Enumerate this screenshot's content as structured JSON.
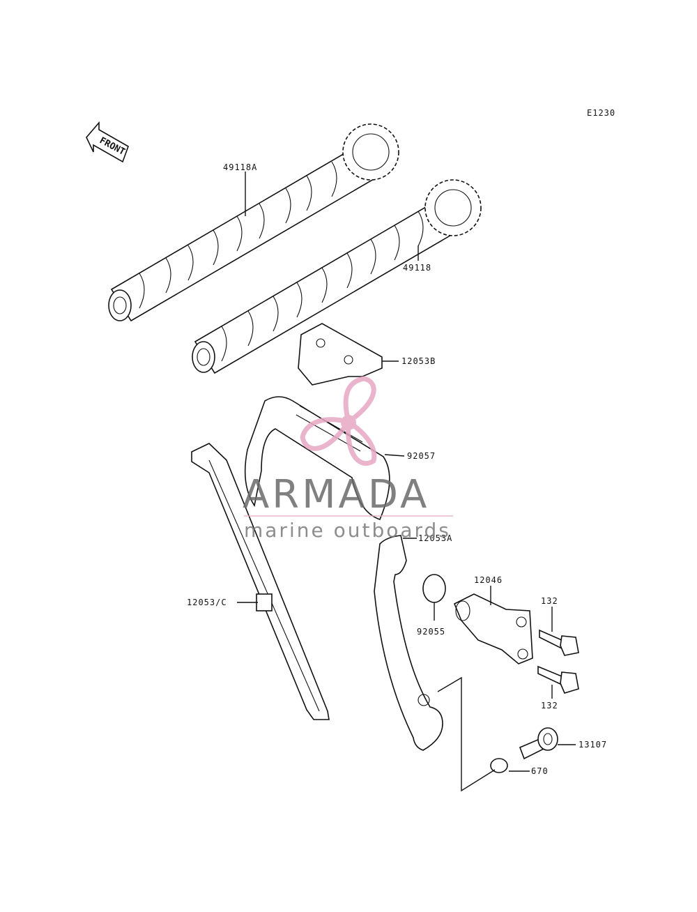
{
  "diagram": {
    "ref_code": "E1230",
    "direction_label": "FRONT",
    "parts": [
      {
        "key": "camshaft_a",
        "number": "49118A"
      },
      {
        "key": "camshaft",
        "number": "49118"
      },
      {
        "key": "guide_b",
        "number": "12053B"
      },
      {
        "key": "chain",
        "number": "92057"
      },
      {
        "key": "guide_a",
        "number": "12053A"
      },
      {
        "key": "guide_c",
        "number": "12053/C"
      },
      {
        "key": "tensioner",
        "number": "12046"
      },
      {
        "key": "oring",
        "number": "92055"
      },
      {
        "key": "bolt_1",
        "number": "132"
      },
      {
        "key": "bolt_2",
        "number": "132"
      },
      {
        "key": "bolt_13107",
        "number": "13107"
      },
      {
        "key": "gasket",
        "number": "670"
      }
    ]
  },
  "watermark": {
    "brand": "ARMADA",
    "tagline": "marine outboards",
    "logo_color": "#e7a9c4"
  }
}
